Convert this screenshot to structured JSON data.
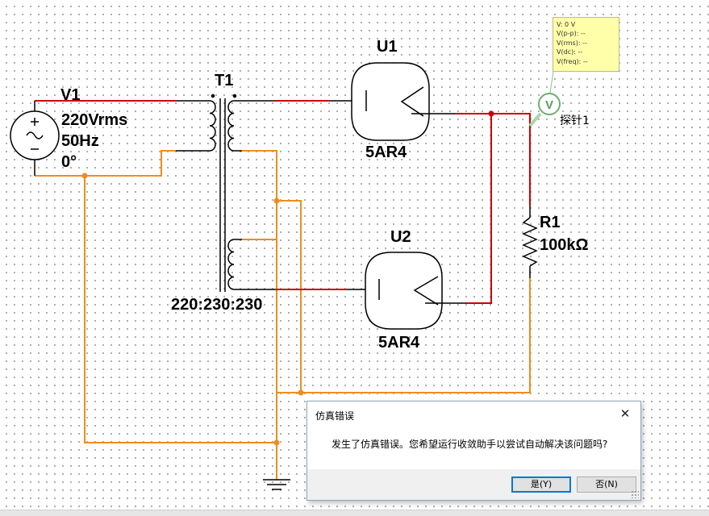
{
  "schematic": {
    "source": {
      "name": "V1",
      "voltage": "220Vrms",
      "frequency": "50Hz",
      "phase": "0°"
    },
    "transformer": {
      "name": "T1",
      "ratio": "220:230:230"
    },
    "tube1": {
      "name": "U1",
      "model": "5AR4"
    },
    "tube2": {
      "name": "U2",
      "model": "5AR4"
    },
    "resistor": {
      "name": "R1",
      "value": "100kΩ"
    },
    "probe": {
      "label": "探针1",
      "symbol": "V",
      "readings": [
        "V: 0 V",
        "V(p-p): --",
        "V(rms): --",
        "V(dc): --",
        "V(freq): --"
      ]
    },
    "colors": {
      "wire_red": "#cc0000",
      "wire_orange": "#ef8c1e",
      "component": "#000000",
      "probe_green": "#8fc48f"
    }
  },
  "dialog": {
    "title": "仿真错误",
    "close_symbol": "✕",
    "message": "发生了仿真错误。您希望运行收敛助手以尝试自动解决该问题吗?",
    "yes_label": "是(Y)",
    "no_label": "否(N)"
  }
}
